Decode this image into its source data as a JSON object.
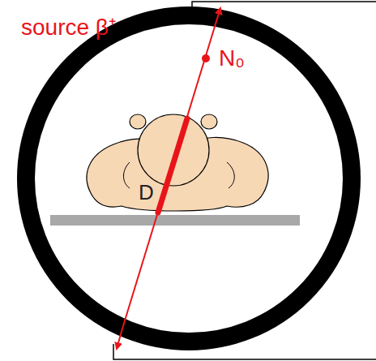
{
  "diagram": {
    "labels": [
      "source β⁺",
      "N₀",
      "D"
    ]
  }
}
